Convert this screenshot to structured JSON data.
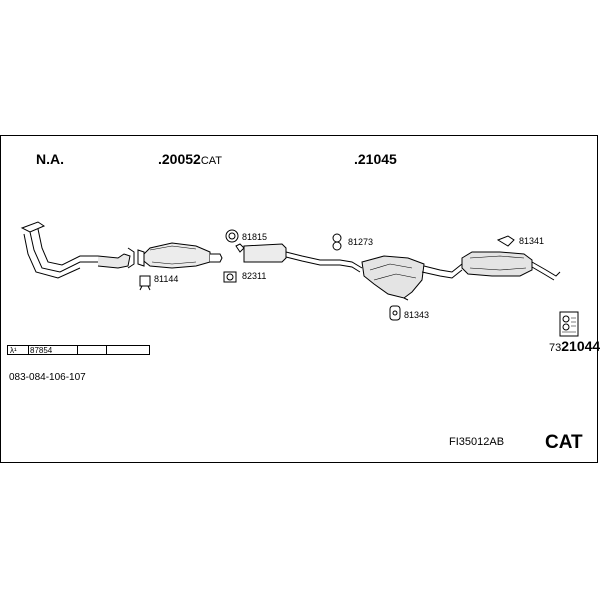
{
  "headers": {
    "na": "N.A.",
    "cat_pipe": ".20052",
    "cat_pipe_suffix": "CAT",
    "rear": ".21045"
  },
  "part_numbers": {
    "p81815": "81815",
    "p81144": "81144",
    "p82311": "82311",
    "p81273": "81273",
    "p81341": "81341",
    "p81343": "81343"
  },
  "table": {
    "lambda": "λ¹",
    "cell1": "87854",
    "cell2": "",
    "cell3": ""
  },
  "main_part": {
    "prefix": "73",
    "number": "21044"
  },
  "footer": {
    "codes": "083-084-106-107",
    "set_number": "FI35012AB",
    "cat_label": "CAT"
  }
}
